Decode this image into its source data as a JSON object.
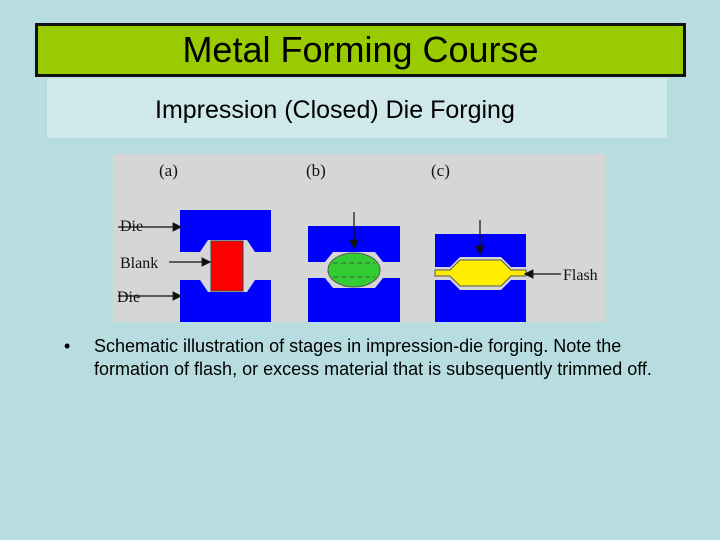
{
  "title": "Metal Forming Course",
  "subtitle": "Impression (Closed) Die Forging",
  "figure": {
    "stage_labels": [
      "(a)",
      "(b)",
      "(c)"
    ],
    "part_labels": {
      "die_top": "Die",
      "blank": "Blank",
      "die_bottom": "Die",
      "flash": "Flash"
    },
    "colors": {
      "die": "#0000ff",
      "blank": "#ff0000",
      "forging_b": "#33cc33",
      "forging_c": "#ffee00"
    }
  },
  "bullet": {
    "marker": "•",
    "text": "Schematic illustration of stages in impression-die forging. Note the formation of flash, or excess material that is subsequently trimmed off."
  }
}
